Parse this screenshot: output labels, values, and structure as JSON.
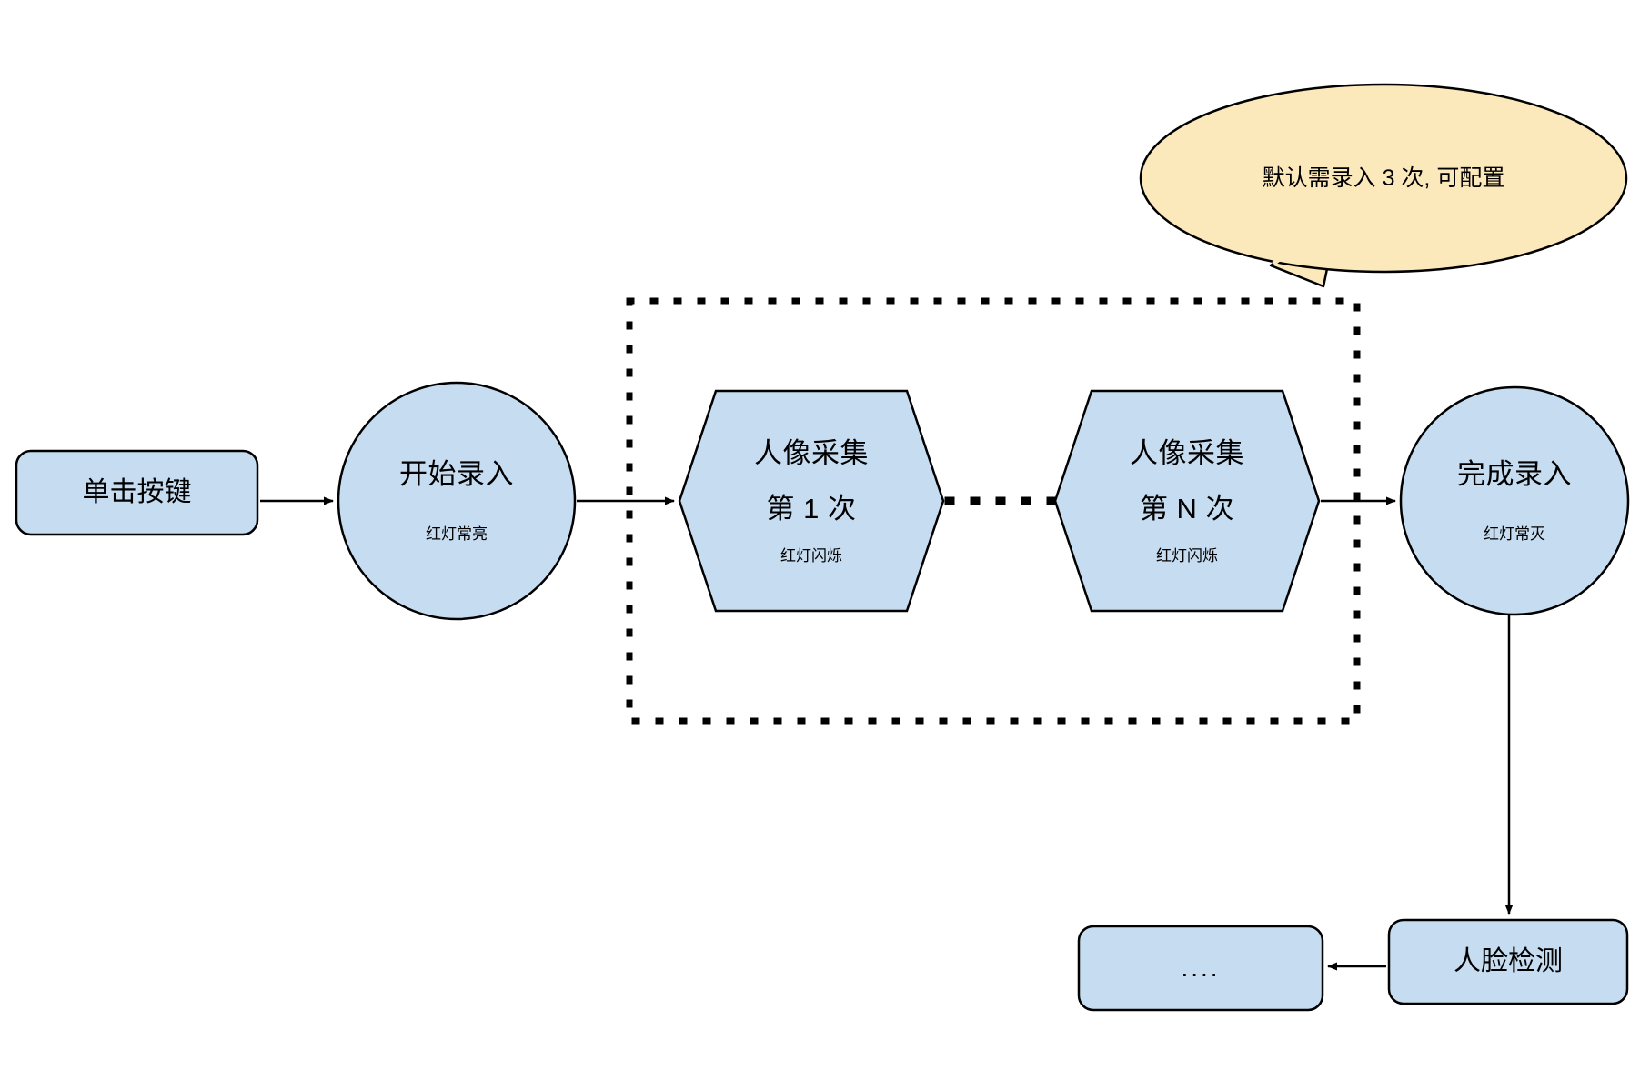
{
  "diagram": {
    "type": "flowchart",
    "title_visible": false,
    "colors": {
      "node_fill": "#c6dcf0",
      "node_stroke": "#000000",
      "callout_fill": "#fbe8bb",
      "callout_stroke": "#000000",
      "connector": "#000000",
      "background": "#ffffff"
    },
    "nodes": [
      {
        "id": "click-key",
        "shape": "rounded-rect",
        "label": "单击按键"
      },
      {
        "id": "start-enroll",
        "shape": "circle",
        "label": "开始录入",
        "sublabel": "红灯常亮"
      },
      {
        "id": "capture-first",
        "shape": "hexagon",
        "label_line1": "人像采集",
        "label_line2": "第 1 次",
        "sublabel": "红灯闪烁"
      },
      {
        "id": "capture-nth",
        "shape": "hexagon",
        "label_line1": "人像采集",
        "label_line2": "第 N 次",
        "sublabel": "红灯闪烁"
      },
      {
        "id": "finish-enroll",
        "shape": "circle",
        "label": "完成录入",
        "sublabel": "红灯常灭"
      },
      {
        "id": "face-detect",
        "shape": "rounded-rect",
        "label": "人脸检测"
      },
      {
        "id": "more-steps",
        "shape": "rounded-rect",
        "label": "...."
      }
    ],
    "group_box": {
      "id": "capture-loop-group",
      "style": "dotted",
      "label": ""
    },
    "callout": {
      "id": "enroll-count-note",
      "text": "默认需录入 3 次, 可配置",
      "shape": "ellipse-speech-bubble",
      "points_to": "capture-loop-group"
    },
    "edges": [
      {
        "from": "click-key",
        "to": "start-enroll",
        "style": "solid-arrow"
      },
      {
        "from": "start-enroll",
        "to": "capture-first",
        "style": "solid-arrow"
      },
      {
        "from": "capture-first",
        "to": "capture-nth",
        "style": "dotted"
      },
      {
        "from": "capture-nth",
        "to": "finish-enroll",
        "style": "solid-arrow"
      },
      {
        "from": "finish-enroll",
        "to": "face-detect",
        "style": "solid-arrow"
      },
      {
        "from": "face-detect",
        "to": "more-steps",
        "style": "solid-arrow"
      }
    ]
  }
}
